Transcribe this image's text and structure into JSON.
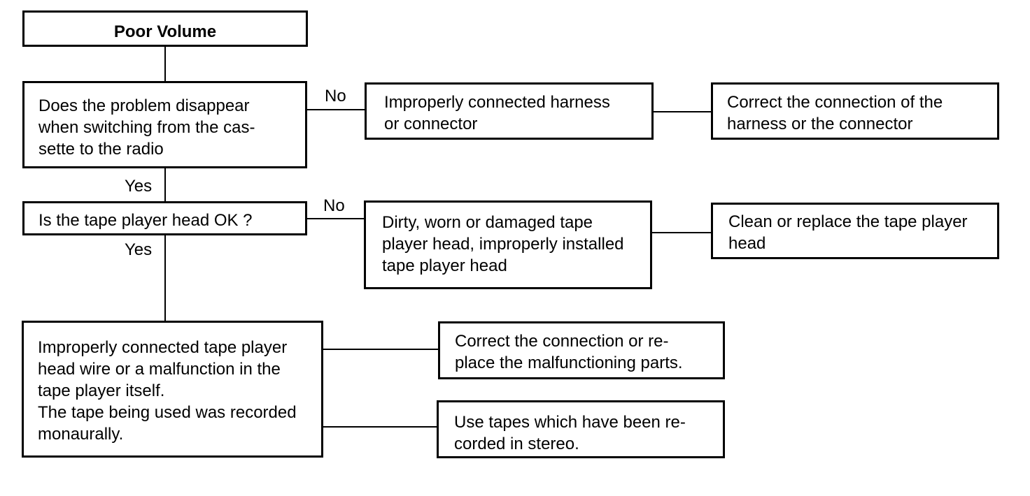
{
  "diagram": {
    "start": {
      "text": "Poor Volume"
    },
    "q1": {
      "text": "Does the problem disappear\nwhen switching from the cas-\nsette to the radio"
    },
    "q2": {
      "text": "Is the tape player head OK ?"
    },
    "cause1": {
      "text": "Improperly connected harness\nor connector"
    },
    "fix1": {
      "text": "Correct the connection of the\nharness or the connector"
    },
    "cause2": {
      "text": "Dirty, worn or damaged tape\nplayer head, improperly installed\ntape player head"
    },
    "fix2": {
      "text": "Clean or replace the tape player\nhead"
    },
    "cause3": {
      "text": "Improperly connected tape player\nhead wire or a malfunction in the\ntape player itself.\nThe tape being used was recorded\nmonaurally."
    },
    "fix3a": {
      "text": "Correct the connection or re-\nplace the malfunctioning parts."
    },
    "fix3b": {
      "text": "Use tapes which have been re-\ncorded in stereo."
    },
    "labels": {
      "q1_no": "No",
      "q1_yes": "Yes",
      "q2_no": "No",
      "q2_yes": "Yes"
    }
  }
}
